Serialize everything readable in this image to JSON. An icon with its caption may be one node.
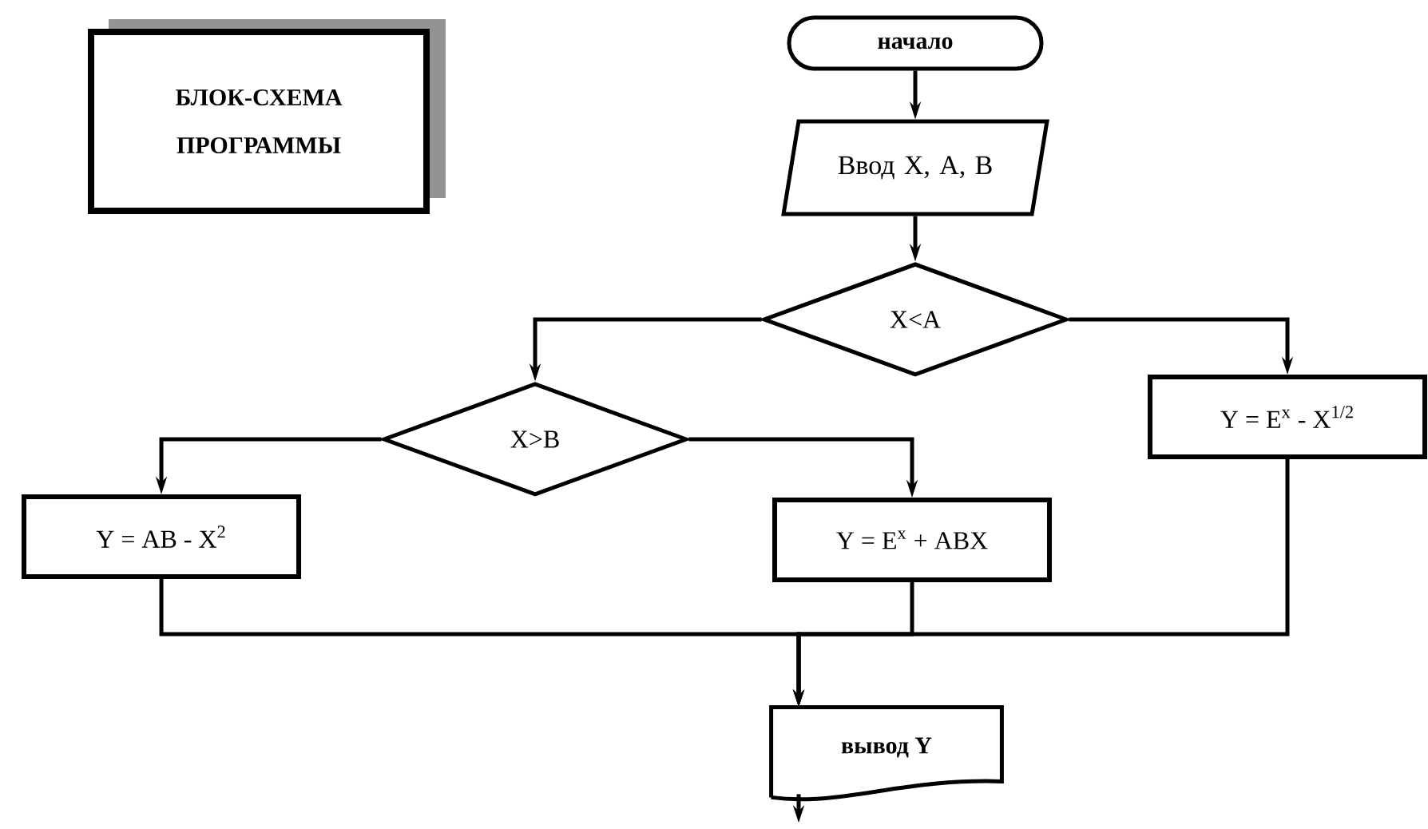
{
  "diagram": {
    "nodes": [
      {
        "text": [
          "БЛОК-СХЕМА ПРОГРАММЫ"
        ]
      },
      {
        "text": [
          "начало"
        ]
      },
      {
        "text": [
          "Ввод X, A, B"
        ]
      },
      {
        "text": [
          "X<A"
        ]
      },
      {
        "text": [
          "X>B"
        ]
      },
      {
        "text": [
          "Y = E$^{x}$ - X$^{1/2}$"
        ]
      },
      {
        "text": [
          "Y = AB - X$^{2}$"
        ]
      },
      {
        "text": [
          "Y = E$^{x}$ + ABX"
        ]
      },
      {
        "text": [
          "вывод Y"
        ]
      }
    ],
    "edges": [
      {
        "from": 1,
        "to": 2,
        "arrow": "to"
      },
      {
        "from": 2,
        "to": 3,
        "arrow": "to"
      },
      {
        "from": 3,
        "to": 4,
        "arrow": "to"
      },
      {
        "from": 3,
        "to": 5,
        "arrow": "to"
      },
      {
        "from": 4,
        "to": 6,
        "arrow": "to"
      },
      {
        "from": 4,
        "to": 7,
        "arrow": "to"
      },
      {
        "from": 6,
        "to": 8,
        "arrow": "to"
      },
      {
        "from": 7,
        "to": 8,
        "arrow": "to"
      },
      {
        "from": 5,
        "to": 8,
        "arrow": "to"
      },
      {
        "from": 8,
        "to": null,
        "arrow": "to"
      }
    ]
  }
}
